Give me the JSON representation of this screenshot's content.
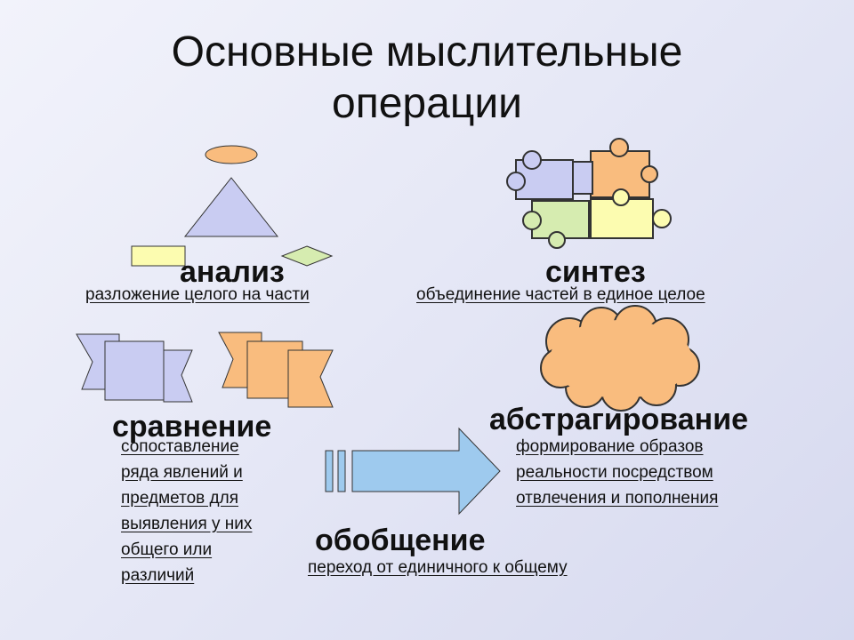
{
  "title": {
    "line1": "Основные мыслительные",
    "line2": "операции"
  },
  "analysis": {
    "term": "анализ",
    "description": "разложение целого на части"
  },
  "synthesis": {
    "term": "синтез",
    "description": "объединение частей в единое целое"
  },
  "comparison": {
    "term": "сравнение",
    "description_lines": [
      "сопоставление",
      "ряда явлений и",
      "предметов для",
      "выявления у них",
      "общего  или",
      "различий"
    ]
  },
  "abstraction": {
    "term": "абстрагирование",
    "description_lines": [
      "формирование образов",
      "реальности посредством",
      "отвлечения и пополнения"
    ]
  },
  "generalization": {
    "term": "обобщение",
    "description": "переход от единичного к общему"
  },
  "colors": {
    "lavender": "#c9ccf2",
    "orange": "#f9bc7e",
    "pale_yellow": "#fcfcb0",
    "light_green": "#d6ecb0",
    "light_blue": "#9ecaee",
    "outline": "#333333"
  }
}
